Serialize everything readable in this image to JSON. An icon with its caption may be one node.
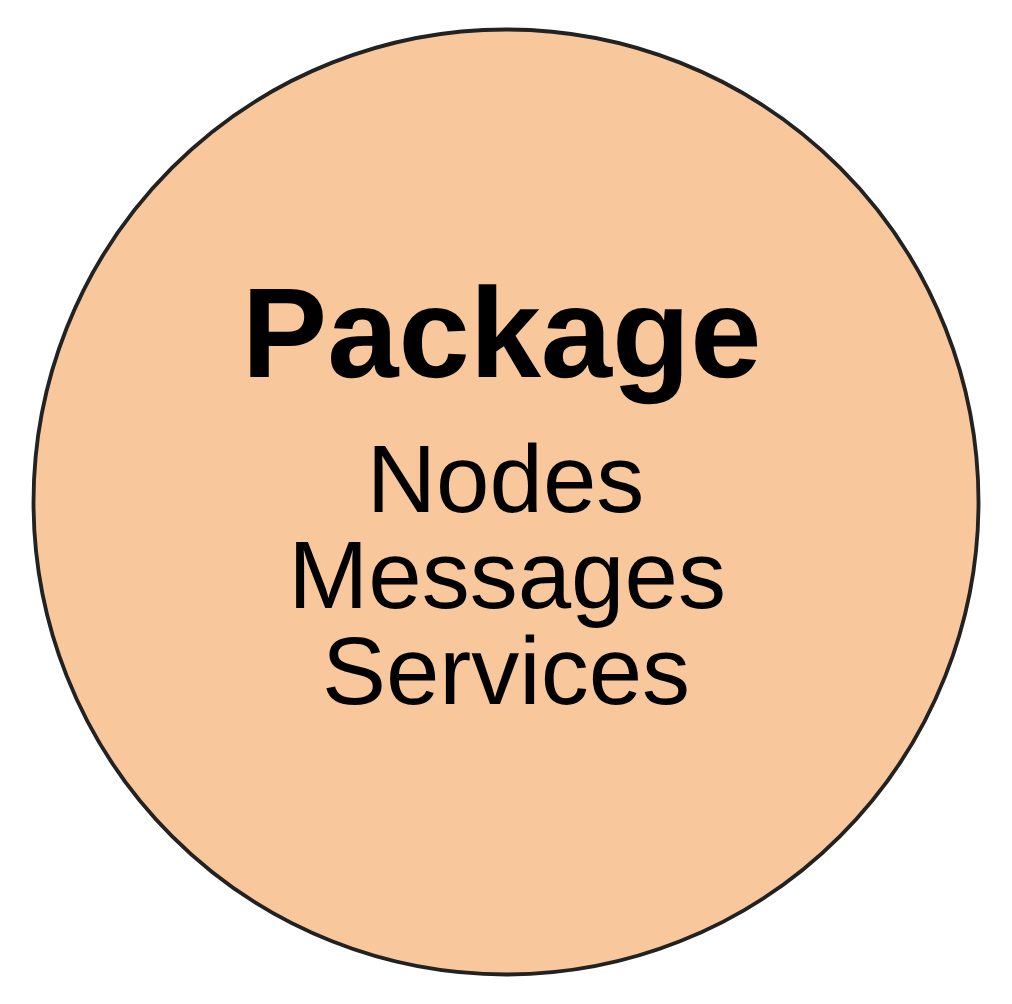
{
  "diagram": {
    "nodes": [
      {
        "text": [
          "Package",
          "Nodes",
          "Messages",
          "Services"
        ]
      }
    ]
  }
}
